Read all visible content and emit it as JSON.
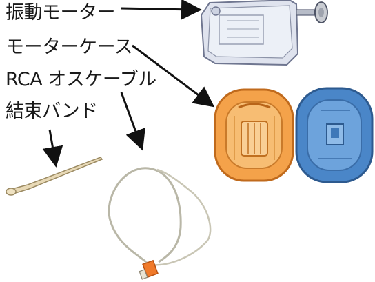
{
  "labels": {
    "vibration_motor": "振動モーター",
    "motor_case": "モーターケース",
    "rca_cable": "RCA オスケーブル",
    "cable_tie": "結束バンド"
  },
  "colors": {
    "text": "#1a1a1a",
    "case_orange": "#f4a24a",
    "case_blue": "#4a86c8",
    "cable_wire": "#b9b7a7",
    "cable_plug": "#f07a2a",
    "motor_body": "#d8dde8"
  }
}
